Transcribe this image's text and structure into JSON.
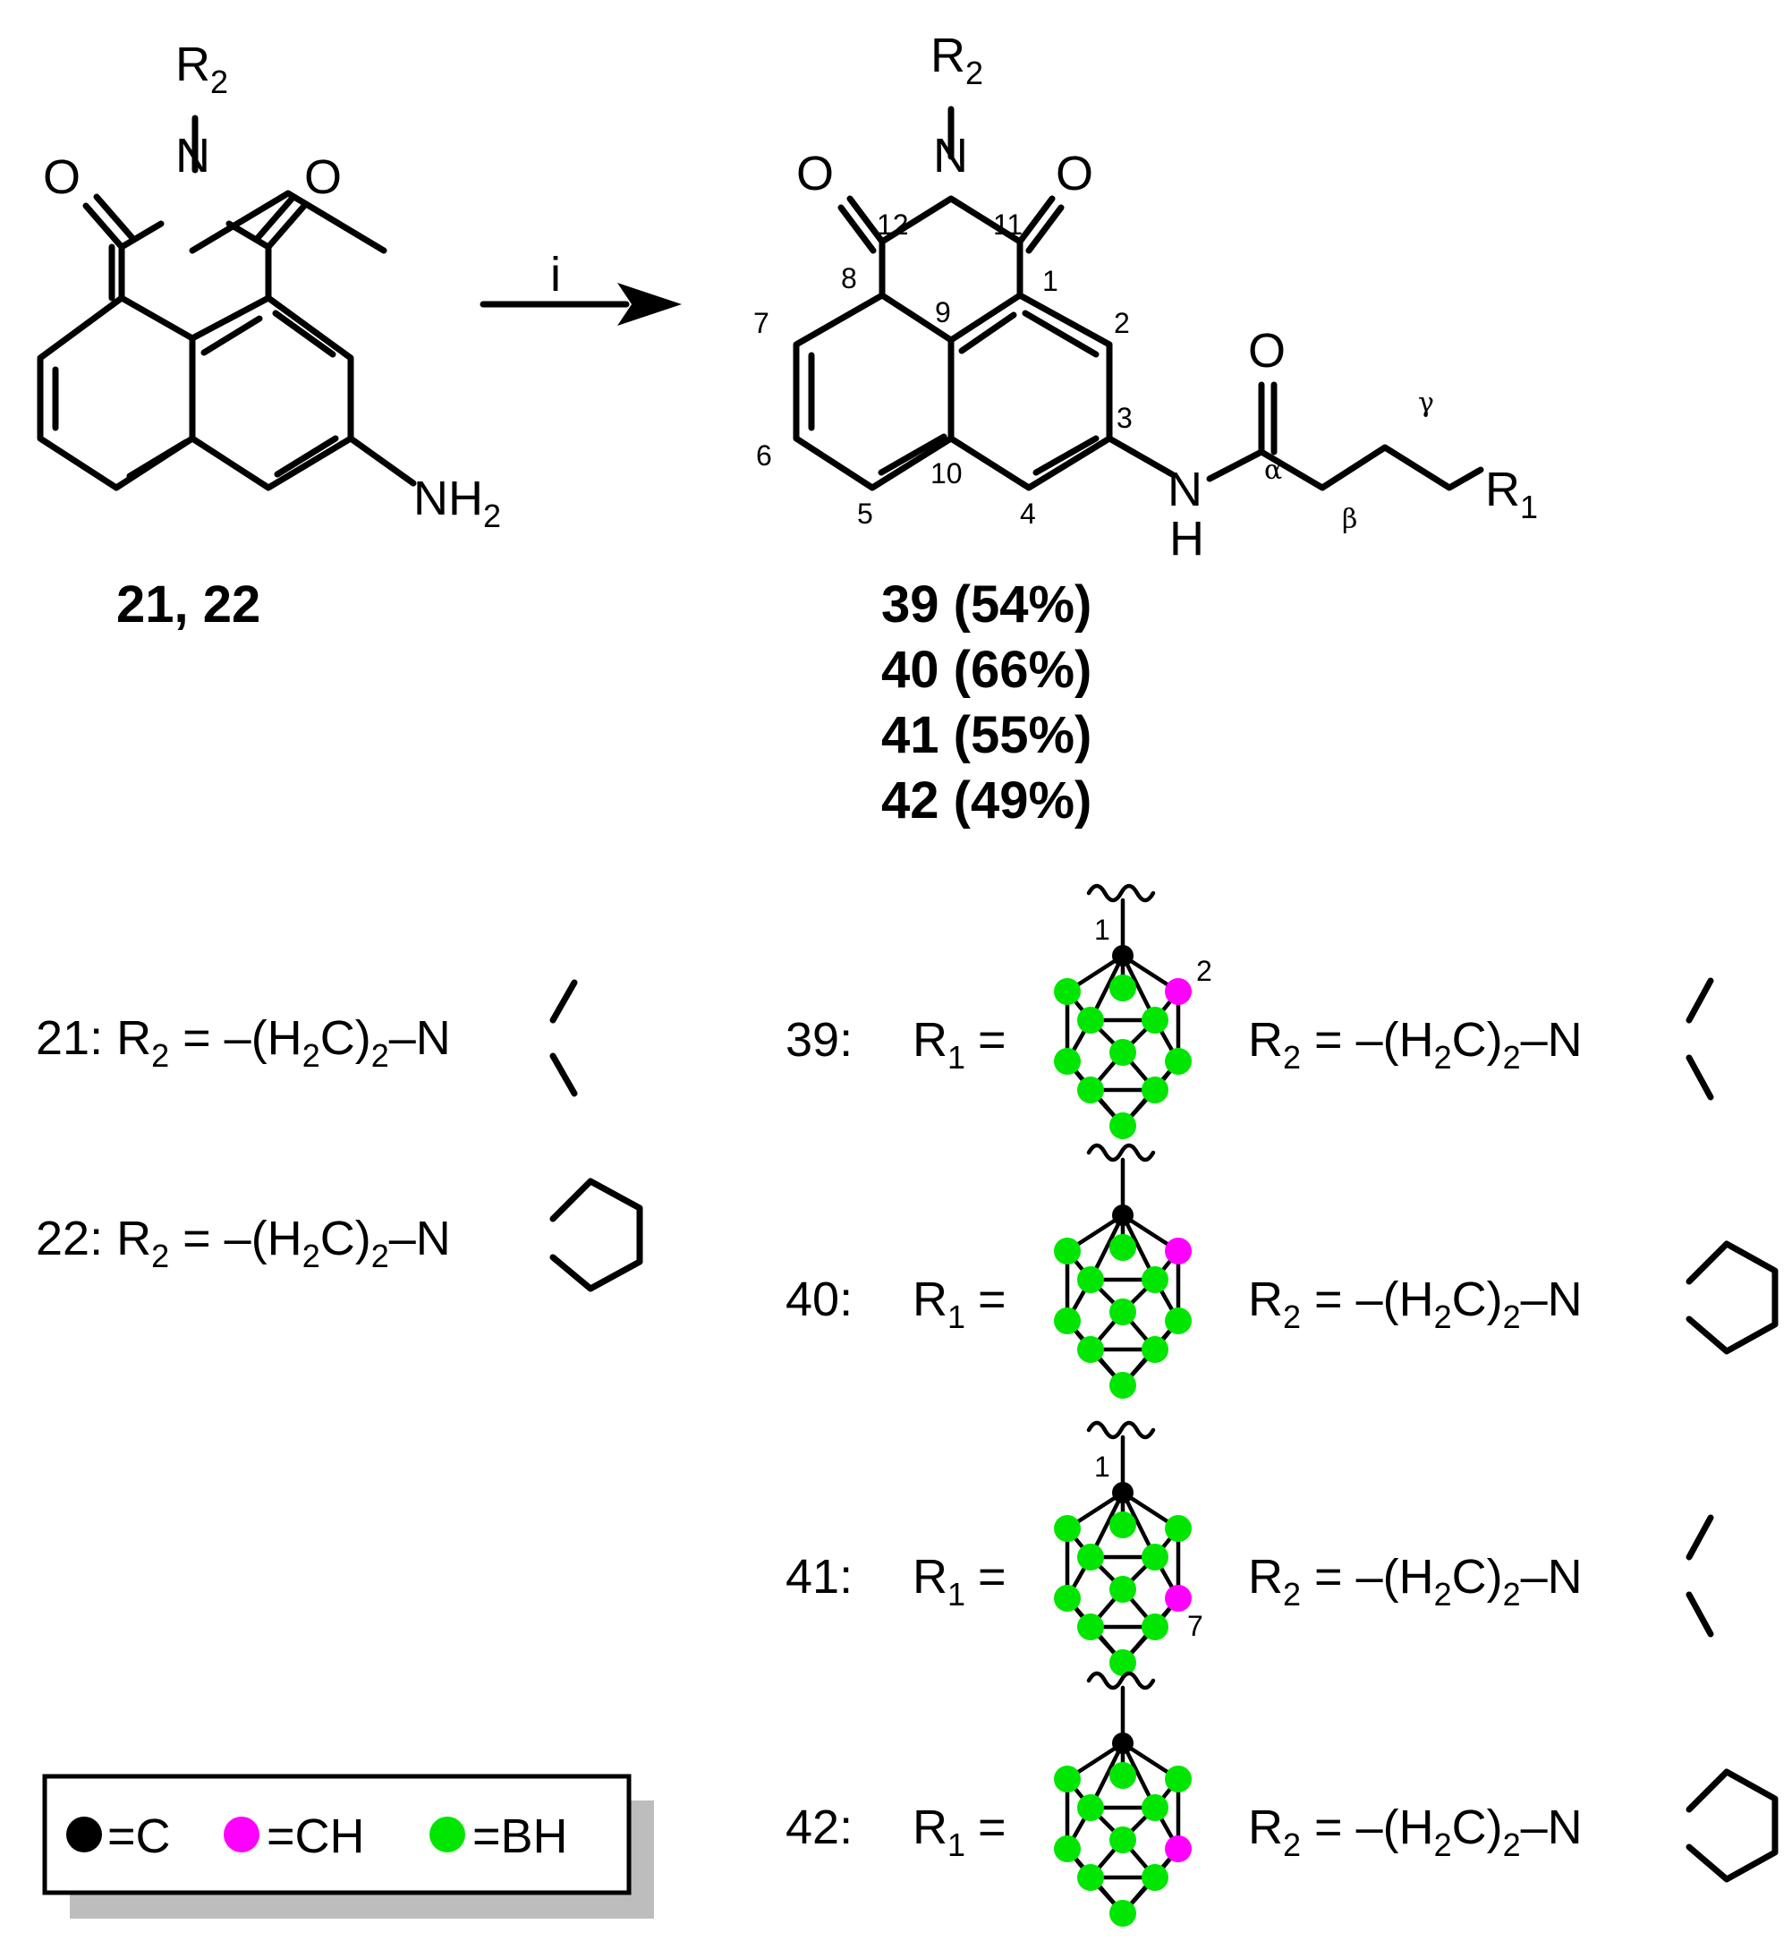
{
  "reaction": {
    "reagent_label": "i",
    "starting_material_ids": "21, 22",
    "products": [
      {
        "id": "39",
        "yield": "(54%)"
      },
      {
        "id": "40",
        "yield": "(66%)"
      },
      {
        "id": "41",
        "yield": "(55%)"
      },
      {
        "id": "42",
        "yield": "(49%)"
      }
    ]
  },
  "atoms": {
    "R": "R",
    "N": "N",
    "O": "O",
    "H": "H",
    "NH": "NH",
    "sub1": "1",
    "sub2": "2",
    "alpha": "α",
    "beta": "β",
    "gamma": "γ"
  },
  "ring_numbers": [
    "1",
    "2",
    "3",
    "4",
    "5",
    "6",
    "7",
    "8",
    "9",
    "10",
    "11",
    "12"
  ],
  "definitions": {
    "d21": {
      "id": "21:",
      "r": "R",
      "r_sub": "2",
      "eq": " = –(H",
      "h_sub": "2",
      "c": "C)",
      "n_sub": "2",
      "dash": "–N"
    },
    "d22": {
      "id": "22:",
      "r": "R",
      "r_sub": "2",
      "eq": " = –(H",
      "h_sub": "2",
      "c": "C)",
      "n_sub": "2",
      "dash": "–N"
    }
  },
  "product_rows": [
    {
      "id": "39:",
      "r1": "R",
      "r1_sub": "1",
      "eq": "=",
      "r2": "R",
      "r2_sub": "2",
      "chain": " = –(H",
      "h_sub": "2",
      "c": "C)",
      "n_sub": "2",
      "dash": "–N",
      "cage_label_top": "1",
      "cage_label_side": "2",
      "amine": "dimethylamine"
    },
    {
      "id": "40:",
      "r1": "R",
      "r1_sub": "1",
      "eq": "=",
      "r2": "R",
      "r2_sub": "2",
      "chain": " = –(H",
      "h_sub": "2",
      "c": "C)",
      "n_sub": "2",
      "dash": "–N",
      "cage_label_top": "",
      "cage_label_side": "",
      "amine": "pyrrolidine"
    },
    {
      "id": "41:",
      "r1": "R",
      "r1_sub": "1",
      "eq": "=",
      "r2": "R",
      "r2_sub": "2",
      "chain": " = –(H",
      "h_sub": "2",
      "c": "C)",
      "n_sub": "2",
      "dash": "–N",
      "cage_label_top": "1",
      "cage_label_side": "7",
      "amine": "dimethylamine"
    },
    {
      "id": "42:",
      "r1": "R",
      "r1_sub": "1",
      "eq": "=",
      "r2": "R",
      "r2_sub": "2",
      "chain": " = –(H",
      "h_sub": "2",
      "c": "C)",
      "n_sub": "2",
      "dash": "–N",
      "cage_label_top": "",
      "cage_label_side": "",
      "amine": "pyrrolidine"
    }
  ],
  "legend": {
    "c_label": "=C",
    "ch_label": "=CH",
    "bh_label": "=BH"
  },
  "colors": {
    "carbon": "#000000",
    "ch": "#ff00ff",
    "bh": "#00e600",
    "legend_shadow": "#bdbdbd"
  }
}
